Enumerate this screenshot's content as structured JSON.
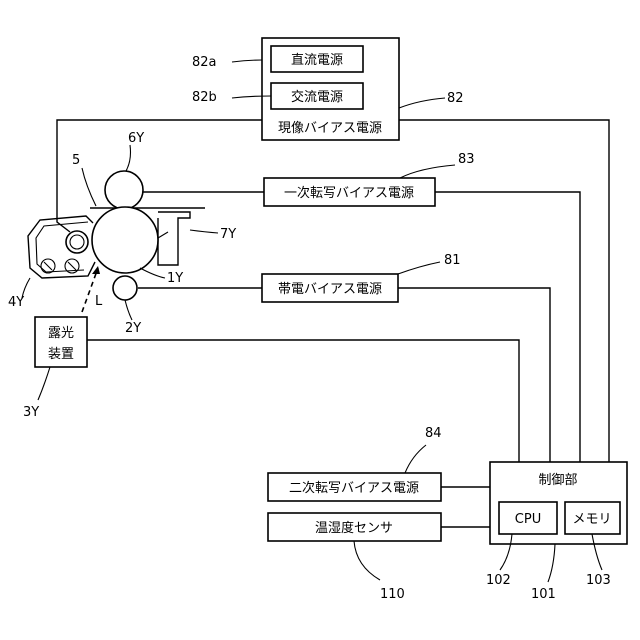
{
  "boxes": {
    "dc_power": "直流電源",
    "ac_power": "交流電源",
    "developing_bias": "現像バイアス電源",
    "primary_transfer_bias": "一次転写バイアス電源",
    "charging_bias": "帯電バイアス電源",
    "exposure_device": [
      "露光",
      "装置"
    ],
    "secondary_transfer_bias": "二次転写バイアス電源",
    "temp_humidity_sensor": "温湿度センサ",
    "controller": "制御部",
    "cpu": "CPU",
    "memory": "メモリ"
  },
  "refs": {
    "r82a": "82a",
    "r82b": "82b",
    "r82": "82",
    "r83": "83",
    "r81": "81",
    "r84": "84",
    "r5": "5",
    "r6Y": "6Y",
    "r7Y": "7Y",
    "r1Y": "1Y",
    "r2Y": "2Y",
    "r4Y": "4Y",
    "r3Y": "3Y",
    "rL": "L",
    "r102": "102",
    "r101": "101",
    "r103": "103",
    "r110": "110"
  }
}
